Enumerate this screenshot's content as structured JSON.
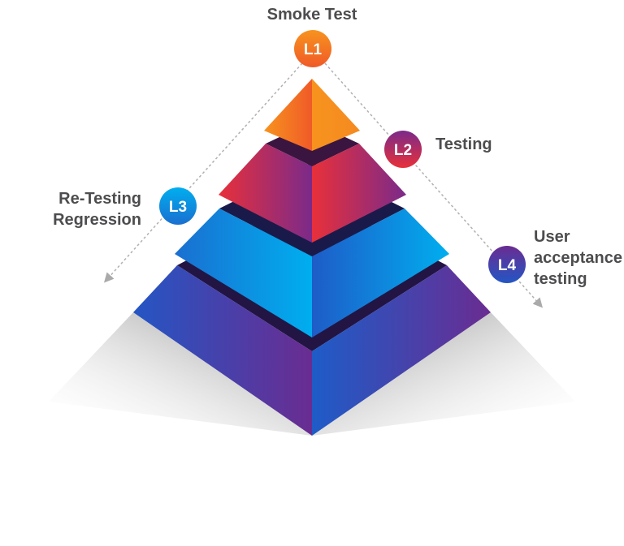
{
  "levels": [
    {
      "badge": "L1",
      "label_lines": [
        "Smoke Test"
      ],
      "color": "#f47a20"
    },
    {
      "badge": "L2",
      "label_lines": [
        "Testing"
      ],
      "color": "#d12b4a"
    },
    {
      "badge": "L3",
      "label_lines": [
        "Re-Testing",
        "Regression"
      ],
      "color": "#0f8fe0"
    },
    {
      "badge": "L4",
      "label_lines": [
        "User",
        "acceptance",
        "testing"
      ],
      "color": "#4b3aa8"
    }
  ]
}
